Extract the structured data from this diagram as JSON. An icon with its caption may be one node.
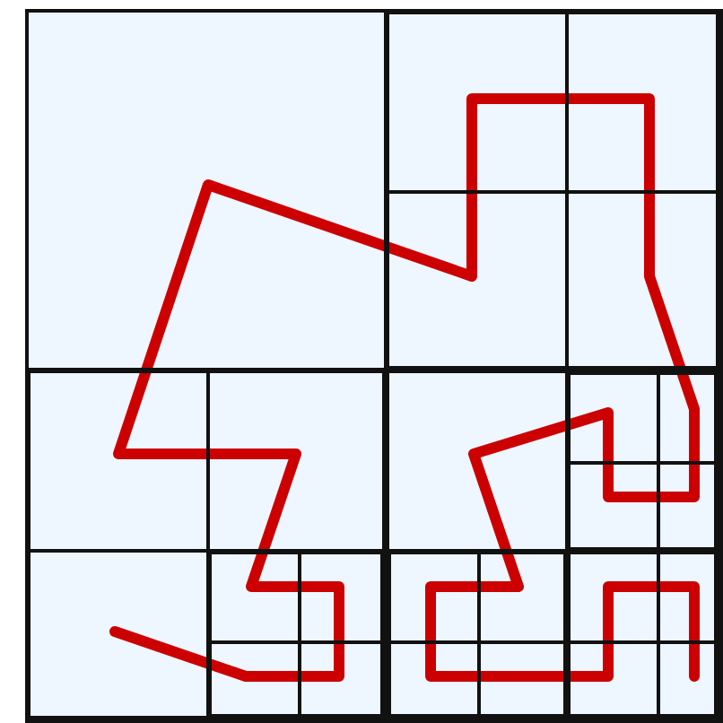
{
  "diagram": {
    "nodes": [
      {
        "text": [],
        "shape": "box"
      },
      {
        "text": [],
        "shape": "box",
        "in": 0
      },
      {
        "text": [],
        "shape": "box",
        "in": 0
      },
      {
        "text": [],
        "shape": "box",
        "in": 2
      },
      {
        "text": [],
        "shape": "box",
        "in": 2
      },
      {
        "text": [],
        "shape": "box",
        "in": 2
      },
      {
        "text": [],
        "shape": "box",
        "in": 2
      },
      {
        "text": [],
        "shape": "box",
        "in": 0
      },
      {
        "text": [],
        "shape": "box",
        "in": 7
      },
      {
        "text": [],
        "shape": "box",
        "in": 7
      },
      {
        "text": [],
        "shape": "box",
        "in": 7
      },
      {
        "text": [],
        "shape": "box",
        "in": 7
      },
      {
        "text": [],
        "shape": "box",
        "in": 11
      },
      {
        "text": [],
        "shape": "box",
        "in": 11
      },
      {
        "text": [],
        "shape": "box",
        "in": 11
      },
      {
        "text": [],
        "shape": "box",
        "in": 11
      },
      {
        "text": [],
        "shape": "box",
        "in": 0
      },
      {
        "text": [],
        "shape": "box",
        "in": 16
      },
      {
        "text": [],
        "shape": "box",
        "in": 16
      },
      {
        "text": [],
        "shape": "box",
        "in": 18
      },
      {
        "text": [],
        "shape": "box",
        "in": 18
      },
      {
        "text": [],
        "shape": "box",
        "in": 18
      },
      {
        "text": [],
        "shape": "box",
        "in": 18
      },
      {
        "text": [],
        "shape": "box",
        "in": 16
      },
      {
        "text": [],
        "shape": "box",
        "in": 23
      },
      {
        "text": [],
        "shape": "box",
        "in": 23
      },
      {
        "text": [],
        "shape": "box",
        "in": 23
      },
      {
        "text": [],
        "shape": "box",
        "in": 23
      },
      {
        "text": [],
        "shape": "box",
        "in": 16
      },
      {
        "text": [],
        "shape": "box",
        "in": 28
      },
      {
        "text": [],
        "shape": "box",
        "in": 28
      },
      {
        "text": [],
        "shape": "box",
        "in": 28
      },
      {
        "text": [],
        "shape": "box",
        "in": 28
      }
    ]
  }
}
